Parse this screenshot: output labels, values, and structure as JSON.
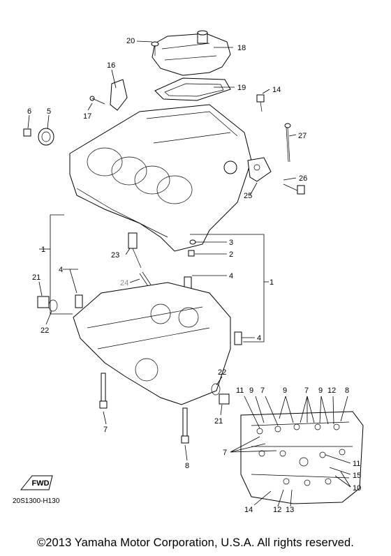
{
  "diagram_code": "20S1300-H130",
  "copyright": "©2013 Yamaha Motor Corporation, U.S.A. All rights reserved.",
  "fwd_label": "FWD",
  "callouts": {
    "c20": "20",
    "c18": "18",
    "c16": "16",
    "c19": "19",
    "c14": "14",
    "c6": "6",
    "c5": "5",
    "c17": "17",
    "c27": "27",
    "c26": "26",
    "c25": "25",
    "c1_left": "1",
    "c23": "23",
    "c3": "3",
    "c2": "2",
    "c4_left": "4",
    "c4_right_top": "4",
    "c1_right": "1",
    "c21_left": "21",
    "c24": "24",
    "c22_left": "22",
    "c4_right_bottom": "4",
    "c22_right": "22",
    "c21_right": "21",
    "c7_left": "7",
    "c8_left": "8",
    "c11_top": "11",
    "c9_a": "9",
    "c7_a": "7",
    "c9_b": "9",
    "c7_b": "7",
    "c9_c": "9",
    "c12_top": "12",
    "c8_top": "8",
    "c7_mid": "7",
    "c11_right": "11",
    "c15": "15",
    "c10": "10",
    "c14_bottom": "14",
    "c12_bottom": "12",
    "c13": "13"
  }
}
